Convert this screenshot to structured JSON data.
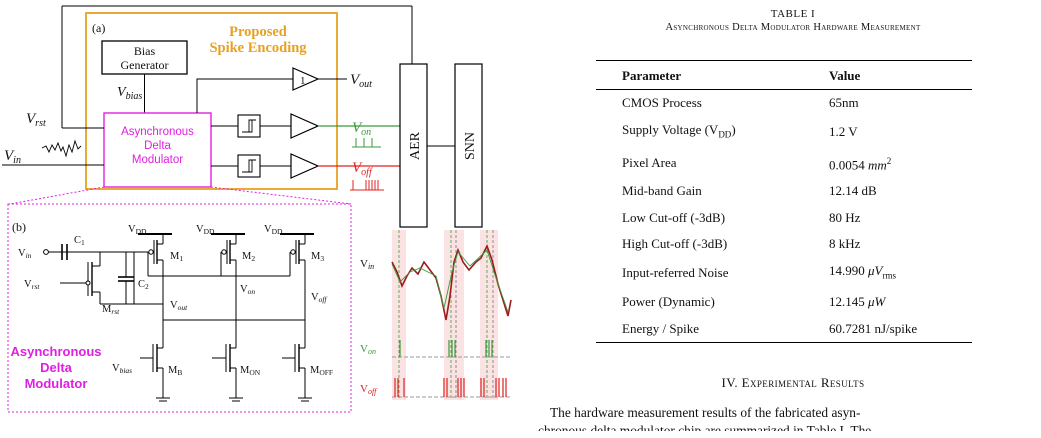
{
  "figure": {
    "panel_a": "(a)",
    "panel_b": "(b)",
    "proposed": "Proposed",
    "spike_encoding": "Spike Encoding",
    "bias_gen_1": "Bias",
    "bias_gen_2": "Generator",
    "vbias_v": "V",
    "vbias_sub": "bias",
    "adm_1": "Asynchronous",
    "adm_2": "Delta",
    "adm_3": "Modulator",
    "buffer_gain": "1",
    "vout_v": "V",
    "vout_sub": "out",
    "von_v": "V",
    "von_sub": "on",
    "voff_v": "V",
    "voff_sub": "off",
    "vrst_v": "V",
    "vrst_sub": "rst",
    "vin_v": "V",
    "vin_sub": "in",
    "aer": "AER",
    "snn": "SNN",
    "vdd_v": "V",
    "vdd_sub": "DD",
    "c1": "C",
    "c1_sub": "1",
    "c2": "C",
    "c2_sub": "2",
    "m1": "M",
    "m1_sub": "1",
    "m2": "M",
    "m2_sub": "2",
    "m3": "M",
    "m3_sub": "3",
    "mrst": "M",
    "mrst_sub": "rst",
    "mb": "M",
    "mb_sub": "B",
    "mon": "M",
    "mon_sub": "ON",
    "moff": "M",
    "moff_sub": "OFF",
    "b_adm_1": "Asynchronous",
    "b_adm_2": "Delta",
    "b_adm_3": "Modulator",
    "colors": {
      "orange": "#E8A020",
      "magenta": "#E020E0",
      "green": "#3A9A3A",
      "red": "#E02020",
      "darkred": "#9B1B1B"
    }
  },
  "table": {
    "label": "TABLE I",
    "caption": "Asynchronous Delta Modulator Hardware Measurement",
    "headers": [
      "Parameter",
      "Value"
    ],
    "rows": [
      {
        "param": "CMOS Process",
        "value": "65nm"
      },
      {
        "param": "Supply Voltage (V",
        "param_sub": "DD",
        "param_tail": ")",
        "value": "1.2 V"
      },
      {
        "param": "Pixel Area",
        "value": "0.0054 ",
        "value_unit": "mm",
        "value_sup": "2"
      },
      {
        "param": "Mid-band Gain",
        "value": "12.14 dB"
      },
      {
        "param": "Low Cut-off (-3dB)",
        "value": "80 Hz"
      },
      {
        "param": "High Cut-off (-3dB)",
        "value": "8 kHz"
      },
      {
        "param": "Input-referred Noise",
        "value": "14.990 ",
        "value_unit": "μV",
        "value_sub": "rms"
      },
      {
        "param": "Power (Dynamic)",
        "value": "12.145 ",
        "value_unit": "μW"
      },
      {
        "param": "Energy / Spike",
        "value": "60.7281 nJ/spike"
      }
    ]
  },
  "section": "IV. Experimental Results",
  "paragraph_line1": "The hardware measurement results of the fabricated asyn-",
  "paragraph_line2": "chronous delta modulator chip are summarized in Table I. The"
}
